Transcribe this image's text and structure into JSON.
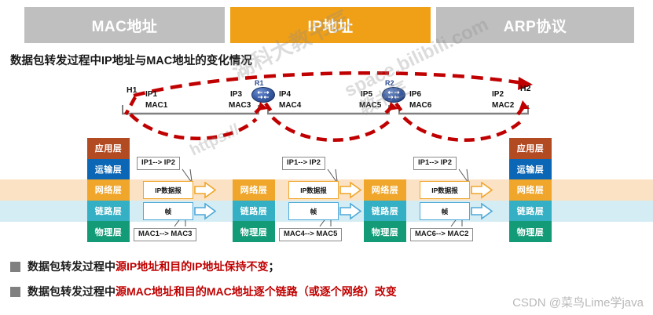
{
  "tabs": [
    {
      "label": "MAC地址",
      "active": false
    },
    {
      "label": "IP地址",
      "active": true
    },
    {
      "label": "ARP协议",
      "active": false
    }
  ],
  "heading": "数据包转发过程中IP地址与MAC地址的变化情况",
  "topology": {
    "hosts": [
      {
        "name": "H1",
        "ip": "IP1",
        "mac": "MAC1"
      },
      {
        "name": "H2",
        "ip": "IP2",
        "mac": "MAC2"
      }
    ],
    "routers": [
      {
        "name": "R1",
        "left_ip": "IP3",
        "left_mac": "MAC3",
        "right_ip": "IP4",
        "right_mac": "MAC4"
      },
      {
        "name": "R2",
        "left_ip": "IP5",
        "left_mac": "MAC5",
        "right_ip": "IP6",
        "right_mac": "MAC6"
      }
    ]
  },
  "stack_layers": [
    {
      "label": "应用层",
      "color": "#B24A22"
    },
    {
      "label": "运输层",
      "color": "#0B66B5"
    },
    {
      "label": "网络层",
      "color": "#EFA62B"
    },
    {
      "label": "链路层",
      "color": "#35AFC4"
    },
    {
      "label": "物理层",
      "color": "#139B77"
    }
  ],
  "stacks": [
    {
      "id": "h1",
      "layers": [
        "应用层",
        "运输层",
        "网络层",
        "链路层",
        "物理层"
      ]
    },
    {
      "id": "r1",
      "layers": [
        "网络层",
        "链路层",
        "物理层"
      ]
    },
    {
      "id": "r2",
      "layers": [
        "网络层",
        "链路层",
        "物理层"
      ]
    },
    {
      "id": "h2",
      "layers": [
        "应用层",
        "运输层",
        "网络层",
        "链路层",
        "物理层"
      ]
    }
  ],
  "hops": [
    {
      "ip_label": "IP1--> IP2",
      "mac_label": "MAC1--> MAC3",
      "ip_box": "IP数据报",
      "frame_box": "帧"
    },
    {
      "ip_label": "IP1--> IP2",
      "mac_label": "MAC4--> MAC5",
      "ip_box": "IP数据报",
      "frame_box": "帧"
    },
    {
      "ip_label": "IP1--> IP2",
      "mac_label": "MAC6--> MAC2",
      "ip_box": "IP数据报",
      "frame_box": "帧"
    }
  ],
  "bullets": [
    {
      "prefix": "数据包转发过程中",
      "highlight": "源IP地址和目的IP地址保持不变",
      "suffix": "；"
    },
    {
      "prefix": "数据包转发过程中",
      "highlight": "源MAC地址和目的MAC地址逐个链路（或逐个网络）改变",
      "suffix": ""
    }
  ],
  "watermarks": {
    "w1": "湖科大教书匠",
    "w2": "space.bilibili.com",
    "w3": "https://",
    "w4": "教书匠"
  },
  "footer": {
    "credit": "CSDN @菜鸟Lime学java"
  },
  "colors": {
    "tab_active": "#EFA017",
    "tab_inactive": "#bfbfbf",
    "dashed_path": "#C00000",
    "network_line": "#808080",
    "highlight_text": "#C00000"
  }
}
